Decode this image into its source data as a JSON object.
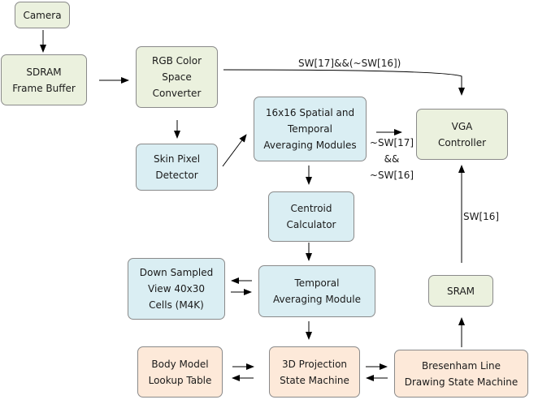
{
  "nodes": {
    "camera": "Camera",
    "sdram": "SDRAM\nFrame Buffer",
    "rgb": "RGB Color\nSpace\nConverter",
    "skin": "Skin Pixel\nDetector",
    "spatial": "16x16 Spatial and\nTemporal\nAveraging Modules",
    "vga": "VGA\nController",
    "centroid": "Centroid\nCalculator",
    "downsampled": "Down Sampled\nView 40x30\nCells (M4K)",
    "temporal": "Temporal\nAveraging Module",
    "sram": "SRAM",
    "body_model": "Body Model\nLookup Table",
    "projection": "3D Projection\nState Machine",
    "bresenham": "Bresenham Line\nDrawing State Machine"
  },
  "labels": {
    "sw_top": "SW[17]&&(~SW[16])",
    "sw_mid_1": "~SW[17]",
    "sw_mid_2": "&&",
    "sw_mid_3": "~SW[16]",
    "sw_right": "SW[16]"
  },
  "colors": {
    "green": "#ebf1de",
    "blue": "#daeef3",
    "orange": "#fde9d9",
    "border": "#8a8a8a",
    "arrow": "#000000"
  }
}
